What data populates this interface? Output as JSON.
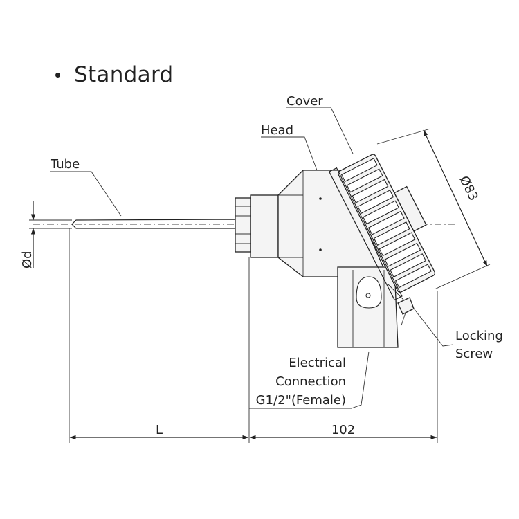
{
  "title": "Standard",
  "labels": {
    "tube": "Tube",
    "head": "Head",
    "cover": "Cover",
    "cover_diameter": "Ø83",
    "tube_diameter": "Ød",
    "locking_screw_line1": "Locking",
    "locking_screw_line2": "Screw",
    "electrical_line1": "Electrical",
    "electrical_line2": "Connection",
    "electrical_line3": "G1/2\"(Female)",
    "dim_length": "L",
    "dim_head": "102"
  }
}
